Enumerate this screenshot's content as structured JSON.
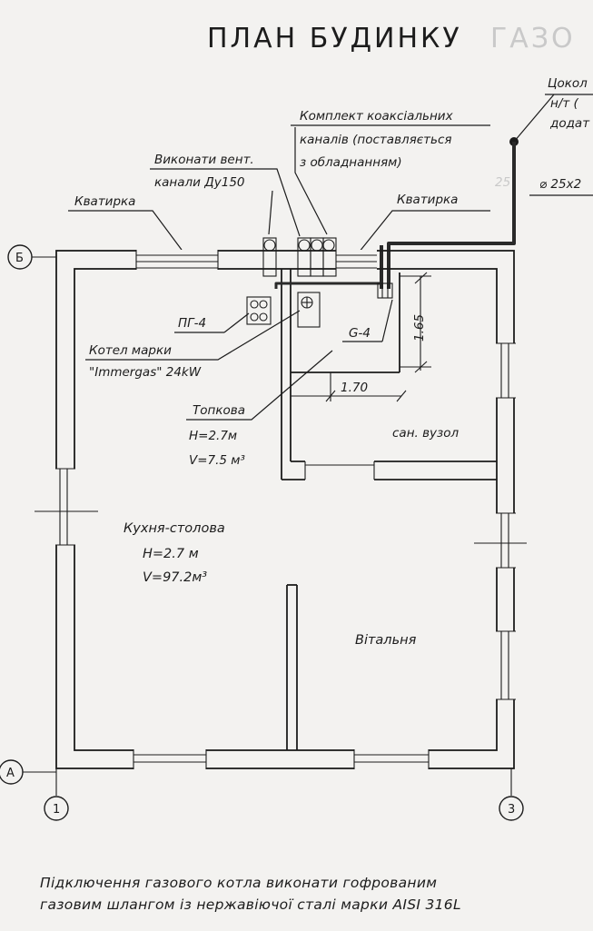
{
  "title": "ПЛАН БУДИНКУ",
  "title_faint": "ГАЗО",
  "top_right_label_1": "Цокол",
  "top_right_label_2": "н/т (",
  "top_right_label_3": "додат",
  "pipe_size": "⌀ 25х2",
  "faint_number": "25",
  "labels": {
    "coax_1": "Комплект коаксіальних",
    "coax_2": "каналів (поставляється",
    "coax_3": "з обладнанням)",
    "vent_1": "Виконати вент.",
    "vent_2": "канали Ду150",
    "kvatyrka_left": "Кватирка",
    "kvatyrka_right": "Кватирка",
    "pg4": "ПГ-4",
    "g4": "G-4",
    "boiler_1": "Котел марки",
    "boiler_2": "\"Immergas\" 24kW",
    "boiler_room": "Топкова",
    "boiler_room_h": "H=2.7м",
    "boiler_room_v": "V=7.5 м³",
    "bathroom": "сан. вузол",
    "kitchen": "Кухня-столова",
    "kitchen_h": "H=2.7 м",
    "kitchen_v": "V=97.2м³",
    "living": "Вітальня"
  },
  "dimensions": {
    "vertical": "1.65",
    "horizontal": "1.70"
  },
  "axes": {
    "b": "Б",
    "a": "А",
    "one": "1",
    "three": "3"
  },
  "note_line_1": "Підключення газового котла виконати гофрованим",
  "note_line_2": "газовим шлангом із нержавіючої сталі марки AISI 316L"
}
